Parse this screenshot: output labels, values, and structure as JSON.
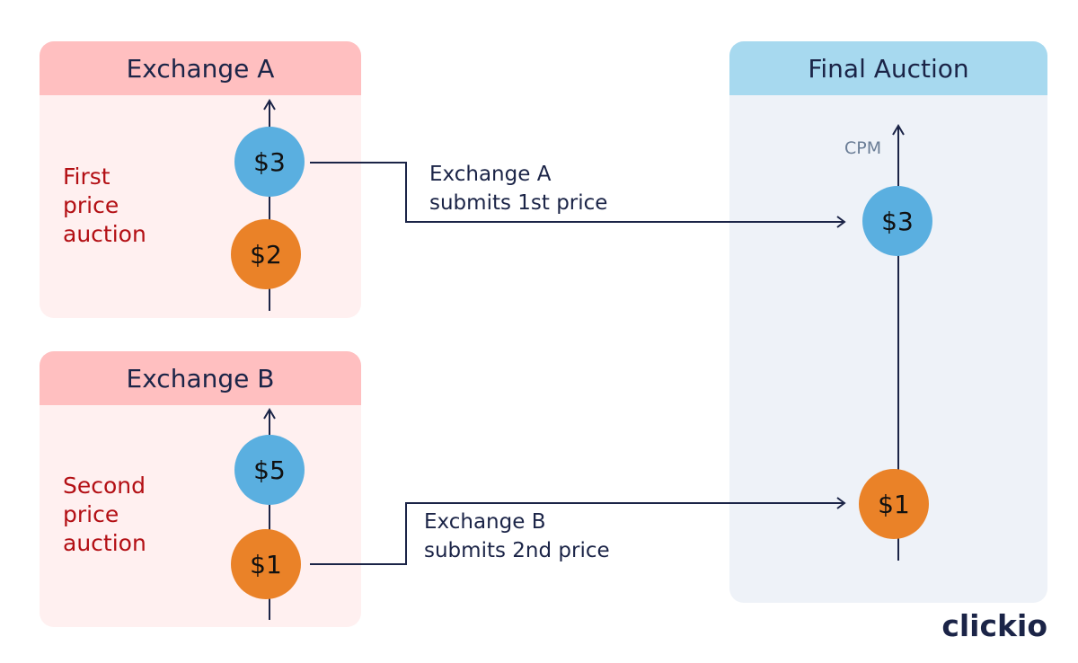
{
  "exchange_a": {
    "title": "Exchange A",
    "auction_type": "First\nprice\nauction",
    "top_bid": "$3",
    "bottom_bid": "$2"
  },
  "exchange_b": {
    "title": "Exchange B",
    "auction_type": "Second\nprice\nauction",
    "top_bid": "$5",
    "bottom_bid": "$1"
  },
  "final_auction": {
    "title": "Final Auction",
    "axis_label": "CPM",
    "top_bid": "$3",
    "bottom_bid": "$1"
  },
  "flows": {
    "a_line1": "Exchange A",
    "a_line2": "submits 1st price",
    "b_line1": "Exchange B",
    "b_line2": "submits 2nd price"
  },
  "brand": "clickio",
  "colors": {
    "header_pink": "#ffbfc0",
    "body_pink": "#fff0f0",
    "header_blue": "#a7d9ef",
    "body_blue": "#eef2f8",
    "coin_blue": "#5aafe0",
    "coin_orange": "#ea8228",
    "label_red": "#b30f14",
    "navy": "#1b2447"
  }
}
